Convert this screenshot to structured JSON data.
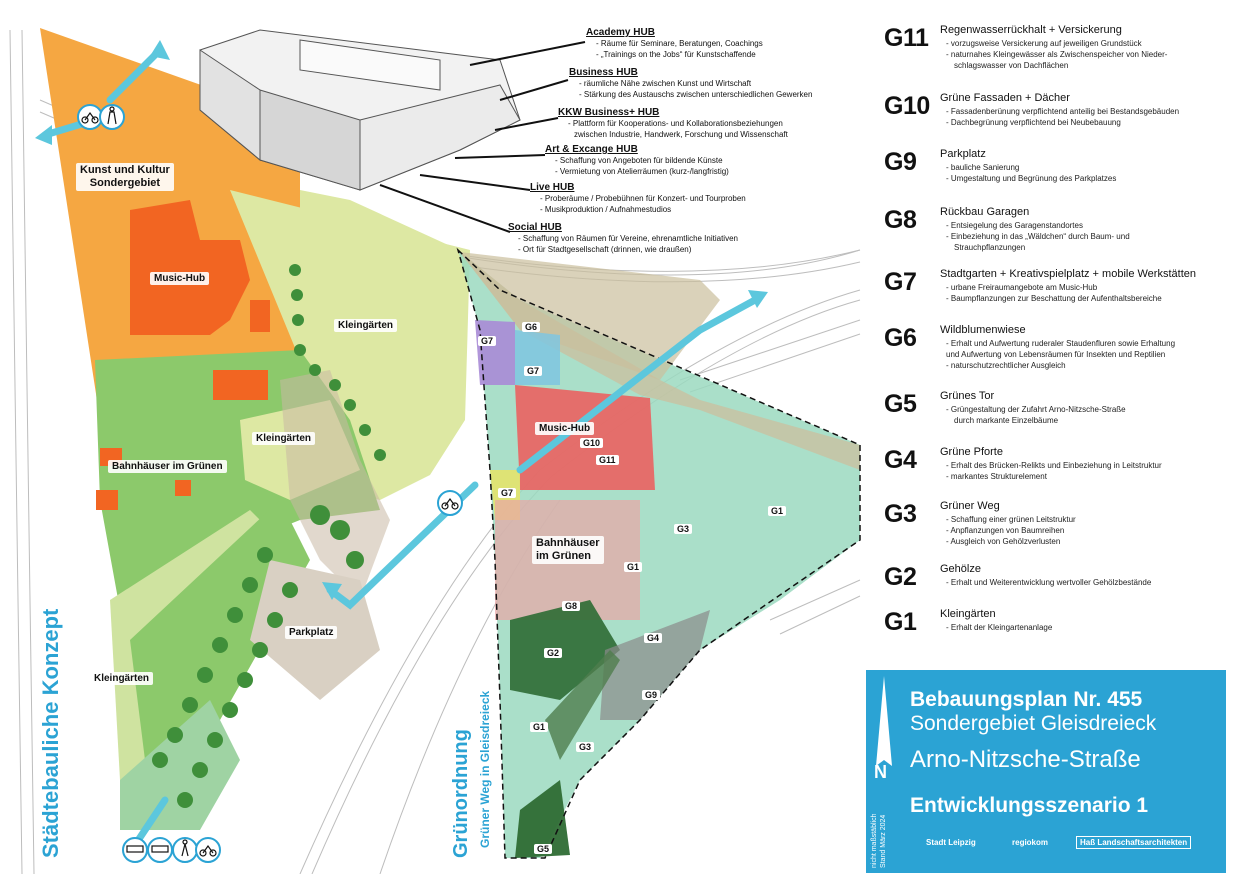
{
  "hubs": [
    {
      "title": "Academy HUB",
      "items": [
        "- Räume für Seminare, Beratungen, Coachings",
        "- „Trainings on the Jobs“ für Kunstschaffende"
      ]
    },
    {
      "title": "Business HUB",
      "items": [
        "- räumliche Nähe zwischen Kunst und Wirtschaft",
        "- Stärkung des Austauschs zwischen unterschiedlichen Gewerken"
      ]
    },
    {
      "title": "KKW Business+ HUB",
      "items": [
        "- Plattform für Kooperations- und Kollaborationsbeziehungen",
        "zwischen Industrie, Handwerk, Forschung und Wissenschaft"
      ]
    },
    {
      "title": "Art & Excange HUB",
      "items": [
        "- Schaffung von Angeboten für bildende Künste",
        "- Vermietung von Atelierräumen (kurz-/langfristig)"
      ]
    },
    {
      "title": "Live HUB",
      "items": [
        "- Proberäume / Probebühnen für Konzert- und Tourproben",
        "- Musikproduktion / Aufnahmestudios"
      ]
    },
    {
      "title": "Social HUB",
      "items": [
        "- Schaffung von Räumen für Vereine, ehrenamtliche Initiativen",
        "- Ort für Stadtgesellschaft (drinnen, wie draußen)"
      ]
    }
  ],
  "legend": [
    {
      "code": "G11",
      "title": "Regenwasserrückhalt + Versickerung",
      "items": [
        "- vorzugsweise Versickerung auf jeweiligen Grundstück",
        "- naturnahes Kleingewässer als Zwischenspeicher von Nieder-",
        "schlagswasser von Dachflächen"
      ]
    },
    {
      "code": "G10",
      "title": "Grüne Fassaden + Dächer",
      "items": [
        "- Fassadenberünung verpflichtend anteilig bei Bestandsgebäuden",
        "- Dachbegrünung verpflichtend bei Neubebauung"
      ]
    },
    {
      "code": "G9",
      "title": "Parkplatz",
      "items": [
        "- bauliche Sanierung",
        "- Umgestaltung und Begrünung des Parkplatzes"
      ]
    },
    {
      "code": "G8",
      "title": "Rückbau Garagen",
      "items": [
        "- Entsiegelung des Garagenstandortes",
        "- Einbeziehung in das „Wäldchen“ durch Baum- und",
        "Strauchpflanzungen"
      ]
    },
    {
      "code": "G7",
      "title": "Stadtgarten + Kreativspielplatz + mobile Werkstätten",
      "items": [
        "- urbane Freiraumangebote am Music-Hub",
        "- Baumpflanzungen zur Beschattung der Aufenthaltsbereiche"
      ]
    },
    {
      "code": "G6",
      "title": "Wildblumenwiese",
      "items": [
        "- Erhalt und Aufwertung ruderaler Staudenfluren sowie Erhaltung",
        "und Aufwertung von Lebensräumen für Insekten und Reptilien",
        "- naturschutzrechtlicher Ausgleich"
      ]
    },
    {
      "code": "G5",
      "title": "Grünes Tor",
      "items": [
        "- Grüngestaltung der Zufahrt Arno-Nitzsche-Straße",
        "durch markante Einzelbäume"
      ]
    },
    {
      "code": "G4",
      "title": "Grüne Pforte",
      "items": [
        "- Erhalt des Brücken-Relikts und Einbeziehung in Leitstruktur",
        "- markantes Strukturelement"
      ]
    },
    {
      "code": "G3",
      "title": "Grüner Weg",
      "items": [
        "- Schaffung einer grünen Leitstruktur",
        "- Anpflanzungen von Baumreihen",
        "- Ausgleich von Gehölzverlusten"
      ]
    },
    {
      "code": "G2",
      "title": "Gehölze",
      "items": [
        "- Erhalt und Weiterentwicklung wertvoller Gehölzbestände"
      ]
    },
    {
      "code": "G1",
      "title": "Kleingärten",
      "items": [
        "- Erhalt der Kleingartenanlage"
      ]
    }
  ],
  "map_labels": {
    "kunst_kultur": "Kunst und Kultur\nSondergebiet",
    "music_hub_left": "Music-Hub",
    "kleingaerten_1": "Kleingärten",
    "kleingaerten_2": "Kleingärten",
    "kleingaerten_3": "Kleingärten",
    "bahnhaeuser_left": "Bahnhäuser im Grünen",
    "parkplatz": "Parkplatz",
    "music_hub_right": "Music-Hub",
    "bahnhaeuser_right": "Bahnhäuser\nim Grünen"
  },
  "zones": [
    {
      "id": "G6a",
      "text": "G6"
    },
    {
      "id": "G7a",
      "text": "G7"
    },
    {
      "id": "G7b",
      "text": "G7"
    },
    {
      "id": "G7c",
      "text": "G7"
    },
    {
      "id": "G10",
      "text": "G10"
    },
    {
      "id": "G11",
      "text": "G11"
    },
    {
      "id": "G3a",
      "text": "G3"
    },
    {
      "id": "G1a",
      "text": "G1"
    },
    {
      "id": "G1b",
      "text": "G1"
    },
    {
      "id": "G8",
      "text": "G8"
    },
    {
      "id": "G4",
      "text": "G4"
    },
    {
      "id": "G2",
      "text": "G2"
    },
    {
      "id": "G9",
      "text": "G9"
    },
    {
      "id": "G1c",
      "text": "G1"
    },
    {
      "id": "G3b",
      "text": "G3"
    },
    {
      "id": "G5",
      "text": "G5"
    }
  ],
  "side_titles": {
    "left": "Städtebauliche Konzept",
    "center_main": "Grünordnung",
    "center_sub": "Grüner Weg in Gleisdreieck"
  },
  "title_block": {
    "line1": "Bebauungsplan Nr. 455",
    "line2": "Sondergebiet Gleisdreieck",
    "line3": "Arno-Nitzsche-Straße",
    "line4": "Entwicklungsszenario 1",
    "north": "N",
    "scale_note": "nicht maßstäblich\nStand März 2024",
    "logo1": "Stadt Leipzig",
    "logo2": "regiokom",
    "logo3": "Haß Landschaftsarchitekten"
  },
  "colors": {
    "accent": "#2ba3d4",
    "culture_zone": "#f5a742",
    "building": "#f26522",
    "meadow": "#dde8a3",
    "green": "#8cc96b",
    "dark_green": "#2e6b34",
    "teal": "#8ed8bb",
    "g11_red": "#ef5a5a",
    "g7_purple": "#a98bd6",
    "g8_pink": "#e9a5a5"
  }
}
